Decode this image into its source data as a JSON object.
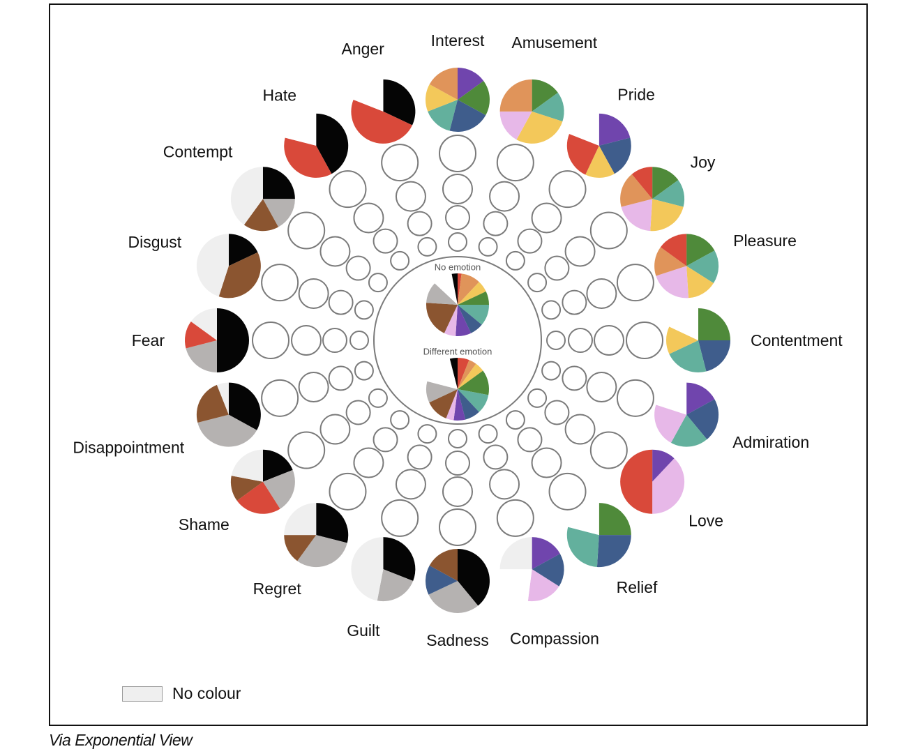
{
  "chart_data": {
    "type": "pie",
    "title": "",
    "palette": {
      "black": "#050505",
      "red": "#d9493a",
      "gray": "#b5b2b1",
      "brown": "#8b5530",
      "orange": "#e0945a",
      "yellow": "#f3c85a",
      "green": "#4f8a3a",
      "teal": "#63b09d",
      "navy": "#3f5d8c",
      "purple": "#7045ad",
      "pink": "#e7b8e8",
      "white": "#ffffff",
      "nocolour": "#efefef"
    },
    "pies": [
      {
        "name": "Interest",
        "slices": [
          [
            "purple",
            15
          ],
          [
            "green",
            18
          ],
          [
            "navy",
            21
          ],
          [
            "teal",
            15
          ],
          [
            "yellow",
            14
          ],
          [
            "orange",
            17
          ]
        ]
      },
      {
        "name": "Amusement",
        "slices": [
          [
            "green",
            15
          ],
          [
            "teal",
            15
          ],
          [
            "yellow",
            28
          ],
          [
            "pink",
            17
          ],
          [
            "orange",
            25
          ]
        ]
      },
      {
        "name": "Pride",
        "slices": [
          [
            "purple",
            21
          ],
          [
            "navy",
            21
          ],
          [
            "yellow",
            15
          ],
          [
            "red",
            24
          ],
          [
            "white",
            19
          ]
        ]
      },
      {
        "name": "Joy",
        "slices": [
          [
            "green",
            15
          ],
          [
            "teal",
            14
          ],
          [
            "yellow",
            22
          ],
          [
            "pink",
            20
          ],
          [
            "orange",
            18
          ],
          [
            "red",
            11
          ]
        ]
      },
      {
        "name": "Pleasure",
        "slices": [
          [
            "green",
            17
          ],
          [
            "teal",
            17
          ],
          [
            "yellow",
            15
          ],
          [
            "pink",
            21
          ],
          [
            "orange",
            15
          ],
          [
            "red",
            15
          ]
        ]
      },
      {
        "name": "Contentment",
        "slices": [
          [
            "green",
            25
          ],
          [
            "navy",
            21
          ],
          [
            "teal",
            22
          ],
          [
            "yellow",
            14
          ],
          [
            "white",
            18
          ]
        ]
      },
      {
        "name": "Admiration",
        "slices": [
          [
            "purple",
            17
          ],
          [
            "navy",
            22
          ],
          [
            "teal",
            19
          ],
          [
            "pink",
            22
          ],
          [
            "white",
            20
          ]
        ]
      },
      {
        "name": "Love",
        "slices": [
          [
            "purple",
            12
          ],
          [
            "pink",
            38
          ],
          [
            "red",
            50
          ]
        ]
      },
      {
        "name": "Relief",
        "slices": [
          [
            "green",
            25
          ],
          [
            "navy",
            26
          ],
          [
            "teal",
            28
          ],
          [
            "white",
            21
          ]
        ]
      },
      {
        "name": "Compassion",
        "slices": [
          [
            "purple",
            17
          ],
          [
            "navy",
            17
          ],
          [
            "pink",
            18
          ],
          [
            "white",
            23
          ],
          [
            "nocolour",
            25
          ]
        ]
      },
      {
        "name": "Sadness",
        "slices": [
          [
            "black",
            39
          ],
          [
            "gray",
            29
          ],
          [
            "navy",
            15
          ],
          [
            "brown",
            17
          ]
        ]
      },
      {
        "name": "Guilt",
        "slices": [
          [
            "black",
            31
          ],
          [
            "gray",
            22
          ],
          [
            "nocolour",
            47
          ]
        ]
      },
      {
        "name": "Regret",
        "slices": [
          [
            "black",
            29
          ],
          [
            "gray",
            31
          ],
          [
            "brown",
            15
          ],
          [
            "nocolour",
            25
          ]
        ]
      },
      {
        "name": "Shame",
        "slices": [
          [
            "black",
            19
          ],
          [
            "gray",
            22
          ],
          [
            "red",
            24
          ],
          [
            "brown",
            13
          ],
          [
            "nocolour",
            22
          ]
        ]
      },
      {
        "name": "Disappointment",
        "slices": [
          [
            "black",
            33
          ],
          [
            "gray",
            38
          ],
          [
            "brown",
            23
          ],
          [
            "nocolour",
            6
          ]
        ]
      },
      {
        "name": "Fear",
        "slices": [
          [
            "black",
            50
          ],
          [
            "gray",
            21
          ],
          [
            "red",
            14
          ],
          [
            "nocolour",
            15
          ]
        ]
      },
      {
        "name": "Disgust",
        "slices": [
          [
            "black",
            18
          ],
          [
            "brown",
            37
          ],
          [
            "nocolour",
            45
          ]
        ]
      },
      {
        "name": "Contempt",
        "slices": [
          [
            "black",
            25
          ],
          [
            "gray",
            17
          ],
          [
            "brown",
            18
          ],
          [
            "nocolour",
            40
          ]
        ]
      },
      {
        "name": "Hate",
        "slices": [
          [
            "black",
            42
          ],
          [
            "red",
            37
          ],
          [
            "white",
            21
          ]
        ]
      },
      {
        "name": "Anger",
        "slices": [
          [
            "black",
            32
          ],
          [
            "red",
            49
          ],
          [
            "white",
            19
          ]
        ]
      }
    ],
    "center_pies": [
      {
        "name": "No emotion",
        "slices": [
          [
            "red",
            2
          ],
          [
            "orange",
            10
          ],
          [
            "yellow",
            6
          ],
          [
            "green",
            7
          ],
          [
            "teal",
            11
          ],
          [
            "navy",
            7
          ],
          [
            "purple",
            8
          ],
          [
            "pink",
            6
          ],
          [
            "brown",
            19
          ],
          [
            "gray",
            11
          ],
          [
            "white",
            10
          ],
          [
            "black",
            3
          ]
        ]
      },
      {
        "name": "Different emotion",
        "slices": [
          [
            "red",
            6
          ],
          [
            "orange",
            4
          ],
          [
            "yellow",
            5
          ],
          [
            "green",
            13
          ],
          [
            "teal",
            10
          ],
          [
            "navy",
            8
          ],
          [
            "purple",
            6
          ],
          [
            "pink",
            4
          ],
          [
            "brown",
            12
          ],
          [
            "gray",
            11
          ],
          [
            "white",
            17
          ],
          [
            "black",
            4
          ]
        ]
      }
    ],
    "legend": [
      {
        "label": "No colour",
        "color": "#efefef"
      }
    ]
  },
  "caption": "Via Exponential View"
}
